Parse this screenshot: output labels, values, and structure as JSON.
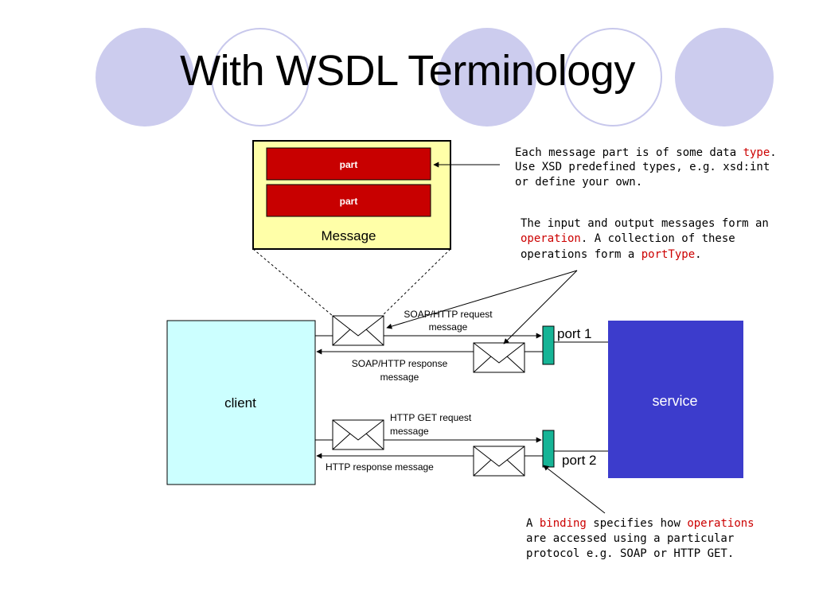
{
  "slide": {
    "title": "With WSDL Terminology"
  },
  "diagram": {
    "message_box": {
      "label": "Message",
      "parts": [
        "part",
        "part"
      ]
    },
    "client_label": "client",
    "service_label": "service",
    "ports": [
      "port 1",
      "port 2"
    ],
    "messages": {
      "soap_request": [
        "SOAP/HTTP request",
        "message"
      ],
      "soap_response": [
        "SOAP/HTTP response",
        "message"
      ],
      "http_get_request": [
        "HTTP GET request",
        "message"
      ],
      "http_response": "HTTP response message"
    },
    "notes": {
      "type_note": {
        "line1_pre": "Each message part is of some data ",
        "line1_term": "type",
        "line1_post": ".",
        "line2": "Use XSD predefined types, e.g. xsd:int",
        "line3": "or define your own."
      },
      "operation_note": {
        "line1": "The input and output messages form an",
        "line2_term": "operation",
        "line2_post": ". A collection of these",
        "line3_pre": "operations form a ",
        "line3_term": "portType",
        "line3_post": "."
      },
      "binding_note": {
        "line1_pre": "A ",
        "line1_term": "binding",
        "line1_mid": " specifies how ",
        "line1_term2": "operations",
        "line2": "are accessed using a particular",
        "line3": "protocol e.g. SOAP or HTTP GET."
      }
    },
    "colors": {
      "message_fill": "#ffffa8",
      "part_fill": "#c80000",
      "client_fill": "#ccffff",
      "service_fill": "#3c3ccc",
      "port_fill": "#16b496",
      "term_red": "#cc0000",
      "decor_circle": "#ccccee"
    }
  }
}
